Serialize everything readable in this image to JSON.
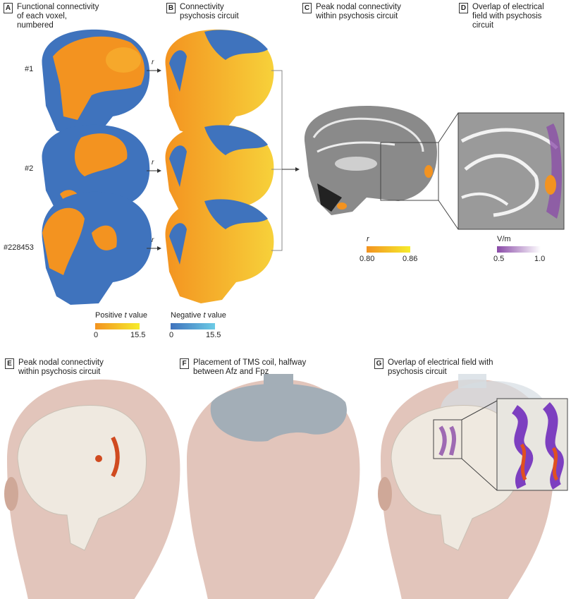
{
  "panels": {
    "A": {
      "letter": "A",
      "title": "Functional connectivity of each voxel, numbered"
    },
    "B": {
      "letter": "B",
      "title": "Connectivity psychosis circuit"
    },
    "C": {
      "letter": "C",
      "title": "Peak nodal connectivity within psychosis circuit"
    },
    "D": {
      "letter": "D",
      "title": "Overlap of electrical field with psychosis circuit"
    },
    "E": {
      "letter": "E",
      "title": "Peak nodal connectivity within psychosis circuit"
    },
    "F": {
      "letter": "F",
      "title": "Placement of TMS coil, halfway between Afz and Fpz"
    },
    "G": {
      "letter": "G",
      "title": "Overlap of electrical field with psychosis circuit"
    }
  },
  "rows": [
    "#1",
    "#2",
    "#228453"
  ],
  "arrow_label": "r",
  "colorbars": {
    "positive": {
      "title_pre": "Positive ",
      "title_italic": "t",
      "title_post": " value",
      "min": "0",
      "max": "15.5",
      "colors": [
        "#f39320",
        "#f6ec2c"
      ]
    },
    "negative": {
      "title_pre": "Negative ",
      "title_italic": "t",
      "title_post": " value",
      "min": "0",
      "max": "15.5",
      "colors": [
        "#3f73bd",
        "#6ccbe6"
      ]
    },
    "r": {
      "title": "r",
      "min": "0.80",
      "max": "0.86",
      "colors": [
        "#f39320",
        "#f6ec2c"
      ]
    },
    "vm": {
      "title": "V/m",
      "min": "0.5",
      "max": "1.0",
      "colors": [
        "#8a4aa8",
        "#ffffff"
      ]
    }
  }
}
